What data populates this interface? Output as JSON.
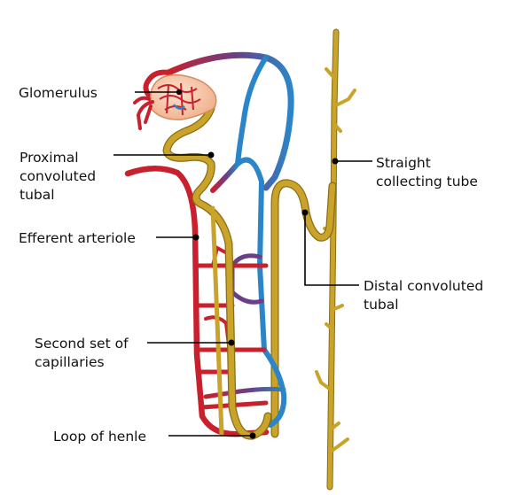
{
  "labels": {
    "glomerulus": "Glomerulus",
    "proximal_1": "Proximal",
    "proximal_2": "convoluted",
    "proximal_3": "tubal",
    "efferent": "Efferent arteriole",
    "second_1": "Second set of",
    "second_2": "capillaries",
    "loop": "Loop of henle",
    "straight_1": "Straight",
    "straight_2": "collecting tube",
    "distal_1": "Distal convoluted",
    "distal_2": "tubal"
  },
  "colors": {
    "artery": "#c8202c",
    "vein": "#2a86c8",
    "tubule": "#c9a32a",
    "tubule_dark": "#8a6d14",
    "capsule": "#f4c6a8",
    "leader": "#000000"
  }
}
